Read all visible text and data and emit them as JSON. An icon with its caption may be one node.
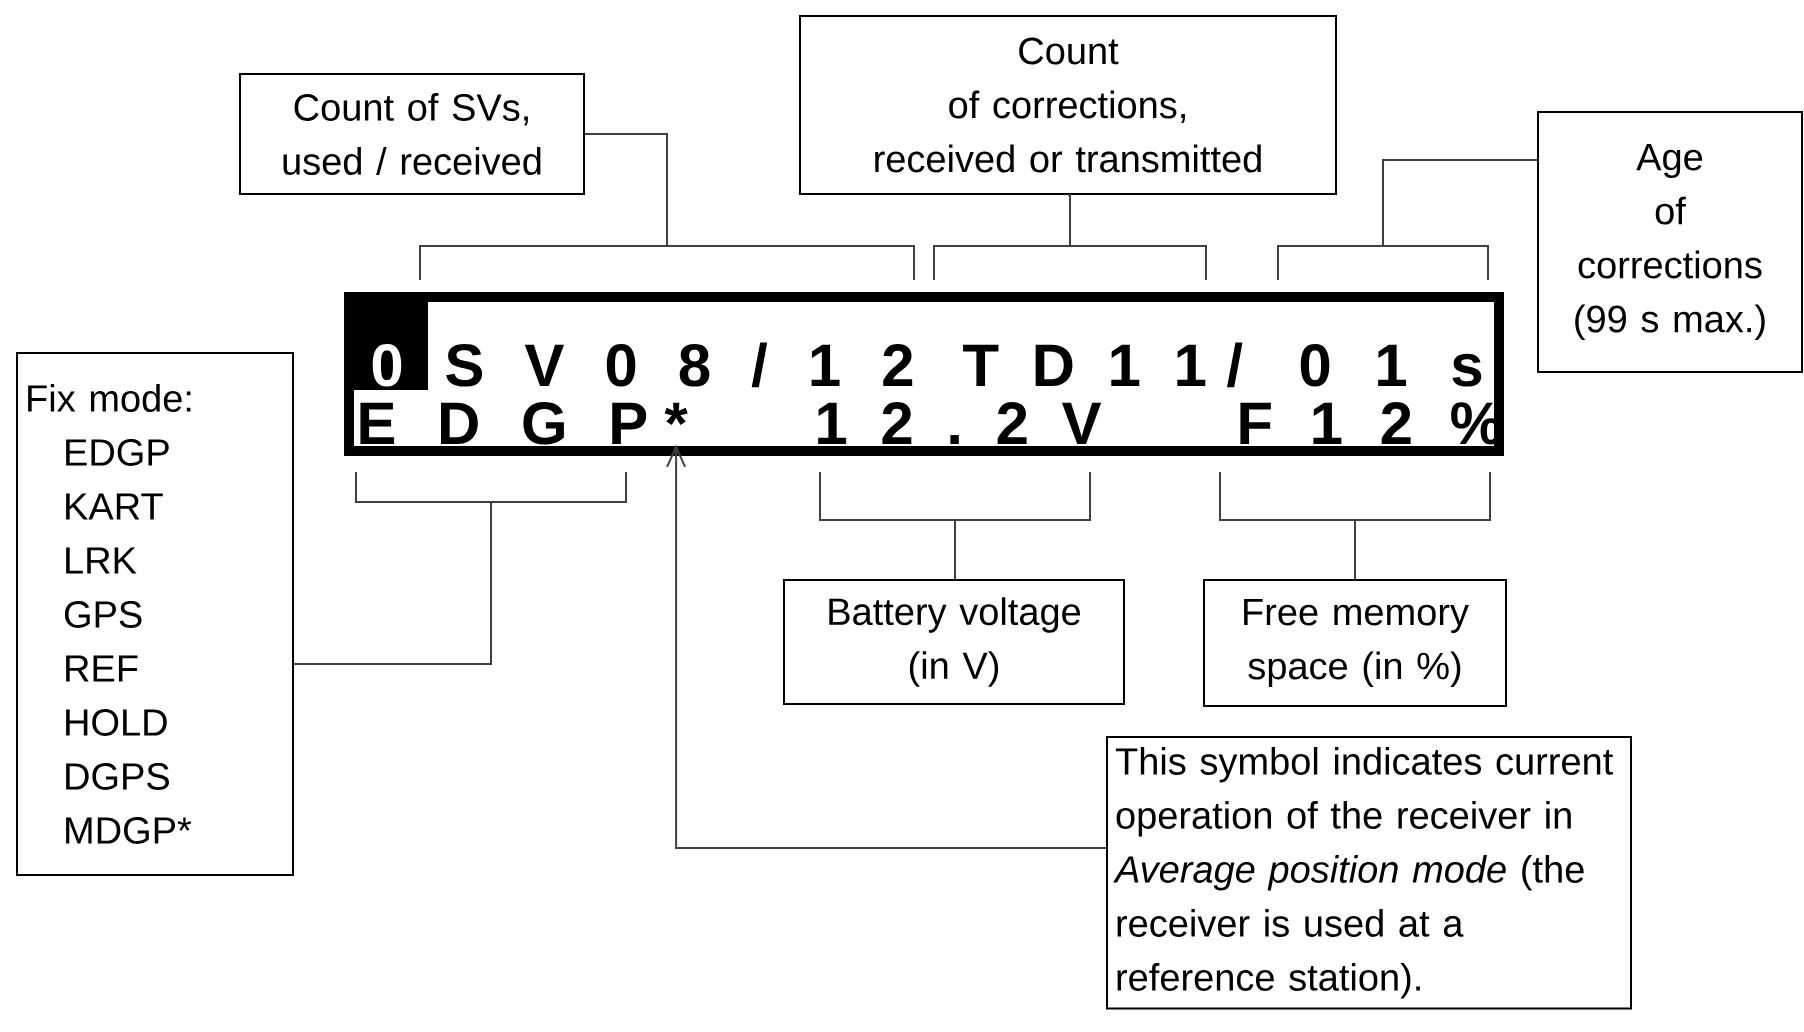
{
  "diagram": {
    "nodes": [
      {
        "text": [
          "Count of SVs, used / received"
        ]
      },
      {
        "text": [
          "Count of corrections, received or transmitted"
        ]
      },
      {
        "text": [
          "Age of corrections (99 s max.)"
        ]
      },
      {
        "text": [],
        "shape": "box"
      },
      {
        "text": [
          "0"
        ],
        "in": 3
      },
      {
        "text": [
          "S V 0 8 / 1 2"
        ],
        "in": 3
      },
      {
        "text": [
          "T D 1 1"
        ],
        "in": 3
      },
      {
        "text": [
          "/"
        ],
        "in": 3
      },
      {
        "text": [
          "0 1 s"
        ],
        "in": 3
      },
      {
        "text": [
          "E D G P"
        ],
        "in": 3
      },
      {
        "text": [
          "*"
        ],
        "in": 3
      },
      {
        "text": [
          "1 2 . 2 V"
        ],
        "in": 3
      },
      {
        "text": [
          "F 1 2 %"
        ],
        "in": 3
      },
      {
        "text": [
          "Fix mode:",
          "EDGP KART LRK GPS REF HOLD DGPS MDGP*"
        ]
      },
      {
        "text": [
          "Battery voltage (in V)"
        ]
      },
      {
        "text": [
          "Free memory space (in %)"
        ]
      },
      {
        "text": [
          "This symbol indicates current operation of the receiver in *Average position mode* (the receiver is used at a reference station)."
        ]
      }
    ],
    "edges": [
      {
        "from": 0,
        "to": 5,
        "arrow": "none"
      },
      {
        "from": 1,
        "to": 6,
        "arrow": "none"
      },
      {
        "from": 2,
        "to": 8,
        "arrow": "none"
      },
      {
        "from": 13,
        "to": 9,
        "arrow": "none"
      },
      {
        "from": 14,
        "to": 11,
        "arrow": "none"
      },
      {
        "from": 15,
        "to": 12,
        "arrow": "none"
      },
      {
        "from": 16,
        "to": 10,
        "arrow": "to"
      }
    ]
  }
}
